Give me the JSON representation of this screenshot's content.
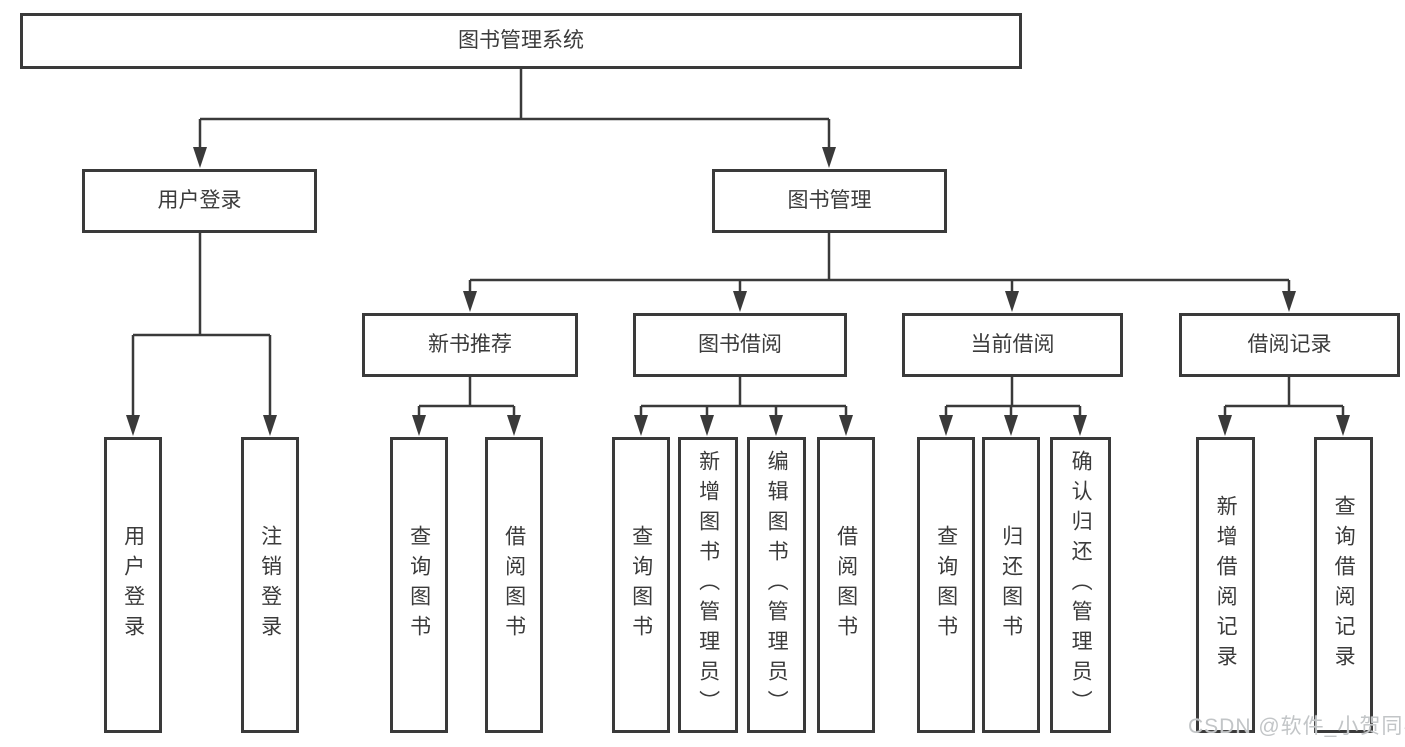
{
  "diagram": {
    "type": "hierarchy-tree",
    "colors": {
      "line": "#3a3a3a",
      "text": "#3b3b3b",
      "background": "#ffffff",
      "watermark": "#c2c5c7"
    },
    "tree": {
      "label": "图书管理系统",
      "children": [
        {
          "label": "用户登录",
          "children": [
            {
              "label": "用户登录"
            },
            {
              "label": "注销登录"
            }
          ]
        },
        {
          "label": "图书管理",
          "children": [
            {
              "label": "新书推荐",
              "children": [
                {
                  "label": "查询图书"
                },
                {
                  "label": "借阅图书"
                }
              ]
            },
            {
              "label": "图书借阅",
              "children": [
                {
                  "label": "查询图书"
                },
                {
                  "label": "新增图书（管理员）"
                },
                {
                  "label": "编辑图书（管理员）"
                },
                {
                  "label": "借阅图书"
                }
              ]
            },
            {
              "label": "当前借阅",
              "children": [
                {
                  "label": "查询图书"
                },
                {
                  "label": "归还图书"
                },
                {
                  "label": "确认归还（管理员）"
                }
              ]
            },
            {
              "label": "借阅记录",
              "children": [
                {
                  "label": "新增借阅记录"
                },
                {
                  "label": "查询借阅记录"
                }
              ]
            }
          ]
        }
      ]
    },
    "watermark": {
      "text": "CSDN @软件_小贺同学"
    }
  }
}
